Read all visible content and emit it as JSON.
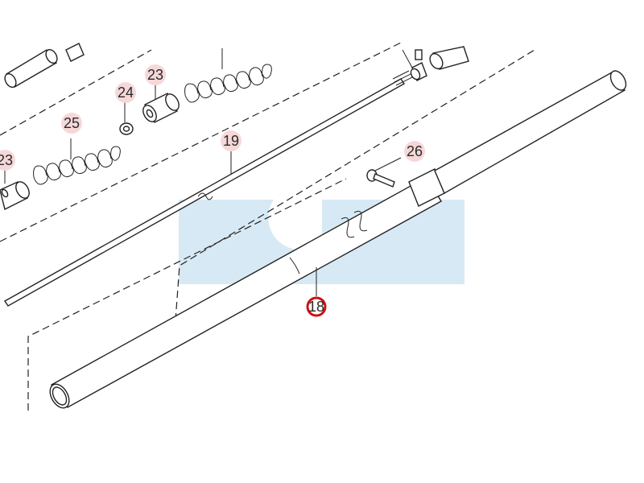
{
  "diagram": {
    "watermark_color": "#d7e9f4",
    "callout_color": "#f6d8d8",
    "highlight_color": "#cc1111",
    "callouts": {
      "c23a": "23",
      "c24": "24",
      "c25": "25",
      "c23b": "23",
      "c19": "19",
      "c26": "26",
      "c18": "18"
    }
  }
}
